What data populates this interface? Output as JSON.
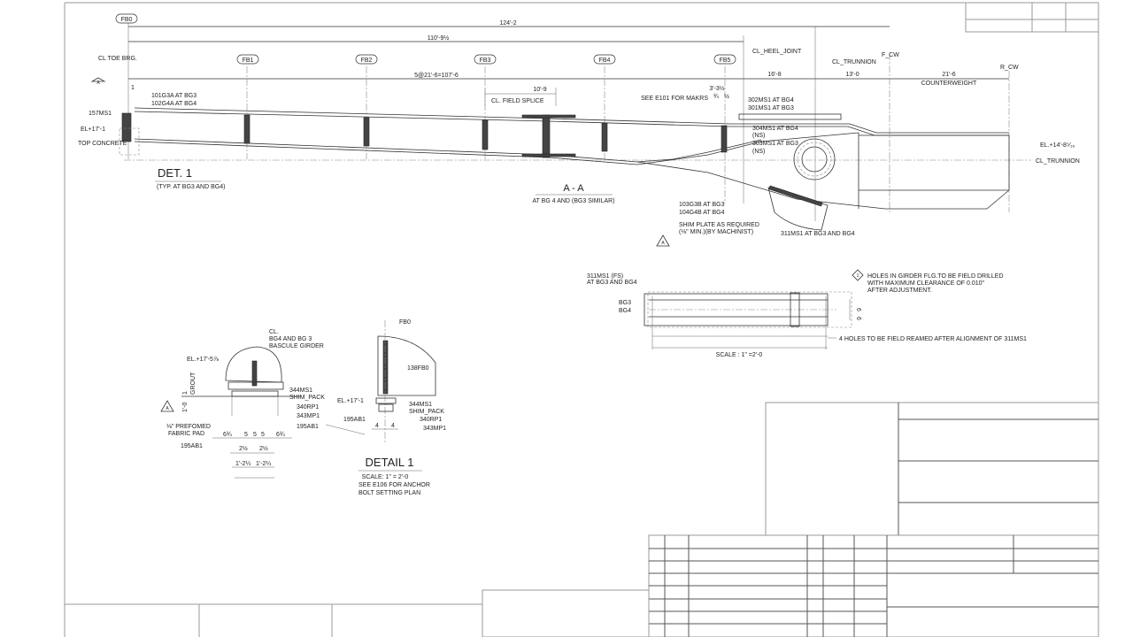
{
  "drawing": {
    "section_view": {
      "title": "A - A",
      "subtitle": "AT BG 4 AND (BG3 SIMILAR)",
      "floorbeams": [
        "FB0",
        "FB1",
        "FB2",
        "FB3",
        "FB4",
        "FB5"
      ],
      "dimensions": {
        "overall": "124'-2",
        "toe_to_heel": "110'-9½",
        "fb_spacing": "5@21'-6=107'-6",
        "field_splice": "10'-9",
        "heel_offset": "3'-3½",
        "heel_to_trunnion": "16'-8",
        "trunnion_to_fcw": "13'-0",
        "counterweight": "21'-6",
        "toe_offset": "1",
        "weld_a": "¾",
        "weld_b": "½"
      },
      "labels": {
        "cl_toe_brg": "CL TOE BRG.",
        "el_top_concrete": "EL+17'-1",
        "top_concrete": "TOP CONCRETE",
        "ms157": "157MS1",
        "g_101": "101G3A AT BG3",
        "g_102": "102G4A AT BG4",
        "cl_field_splice": "CL. FIELD SPLICE",
        "cl_heel_joint": "CL_HEEL_JOINT",
        "cl_trunnion_top": "CL_TRUNNION",
        "f_cw": "F_CW",
        "r_cw": "R_CW",
        "counterweight": "COUNTERWEIGHT",
        "see_e101": "SEE E101 FOR MAKRS",
        "ms302": "302MS1 AT BG4",
        "ms301": "301MS1 AT BG3",
        "ms304": "304MS1 AT BG4",
        "ns1": "(NS)",
        "ms303": "303MS1 AT BG3",
        "ns2": "(NS)",
        "el_trunnion": "EL.+14'-8⁵⁄₁₆",
        "cl_trunnion": "CL_TRUNNION",
        "g_103": "103G3B AT BG3",
        "g_104": "104G4B AT BG4",
        "shim1": "SHIM PLATE AS REQUIRED",
        "shim2": "(⅛\" MIN.)(BY MACHINIST)",
        "ms311": "311MS1 AT BG3 AND BG4",
        "det1": "DET. 1",
        "det1_sub": "(TYP. AT BG3 AND BG4)",
        "rev_mark": "A"
      }
    },
    "plan_view": {
      "ms311_fs": "311MS1 (FS)",
      "ms311_at": "AT BG3 AND BG4",
      "bg3": "BG3",
      "bg4": "BG4",
      "note_num": "1",
      "note1": "HOLES IN GIRDER FLG.TO BE FIELD DRILLED",
      "note2": "WITH MAXIMUM CLEARANCE OF 0.010\"",
      "note3": "AFTER ADJUSTMENT.",
      "dim_6a": "6",
      "dim_6b": "6",
      "reamed": "4 HOLES TO BE FIELD REAMED AFTER ALIGNMENT OF 311MS1",
      "scale": "SCALE : 1\" =2'-0"
    },
    "detail_1": {
      "cl": "CL.",
      "bg": "BG4 AND BG 3",
      "bascule": "BASCULE GIRDER",
      "el_1": "EL.+17'-5⅞",
      "grout": "GROUT",
      "one": "1",
      "one_ft": "1'-0",
      "ms344": "344MS1",
      "shim_pack": "SHIM_PACK",
      "rp340": "340RP1",
      "mp343": "343MP1",
      "ab195": "195AB1",
      "pad1": "⅛\" PREFOMED",
      "pad2": "FABRIC PAD",
      "ab195b": "195AB1",
      "d634a": "6¾",
      "d5a": "5",
      "d5b": "5",
      "d5c": "5",
      "d634b": "6¾",
      "d212a": "2½",
      "d212b": "2½",
      "d1214a": "1'-2¼",
      "d1214b": "1'-2¼",
      "fb0": "FB0",
      "fb138": "138FB0",
      "el_2": "EL.+17'-1",
      "ms344b": "344MS1",
      "shim_pack_b": "SHIM_PACK",
      "rp340b": "340RP1",
      "mp343b": "343MP1",
      "ab195c": "195AB1",
      "d4a": "4",
      "d4b": "4",
      "title": "DETAIL 1",
      "scale": "SCALE: 1\" = 2'-0",
      "see1": "SEE E106 FOR ANCHOR",
      "see2": "BOLT SETTING PLAN",
      "rev_mark": "A"
    }
  },
  "colors": {
    "line": "#333333",
    "frame": "#999999",
    "background": "#ffffff"
  }
}
